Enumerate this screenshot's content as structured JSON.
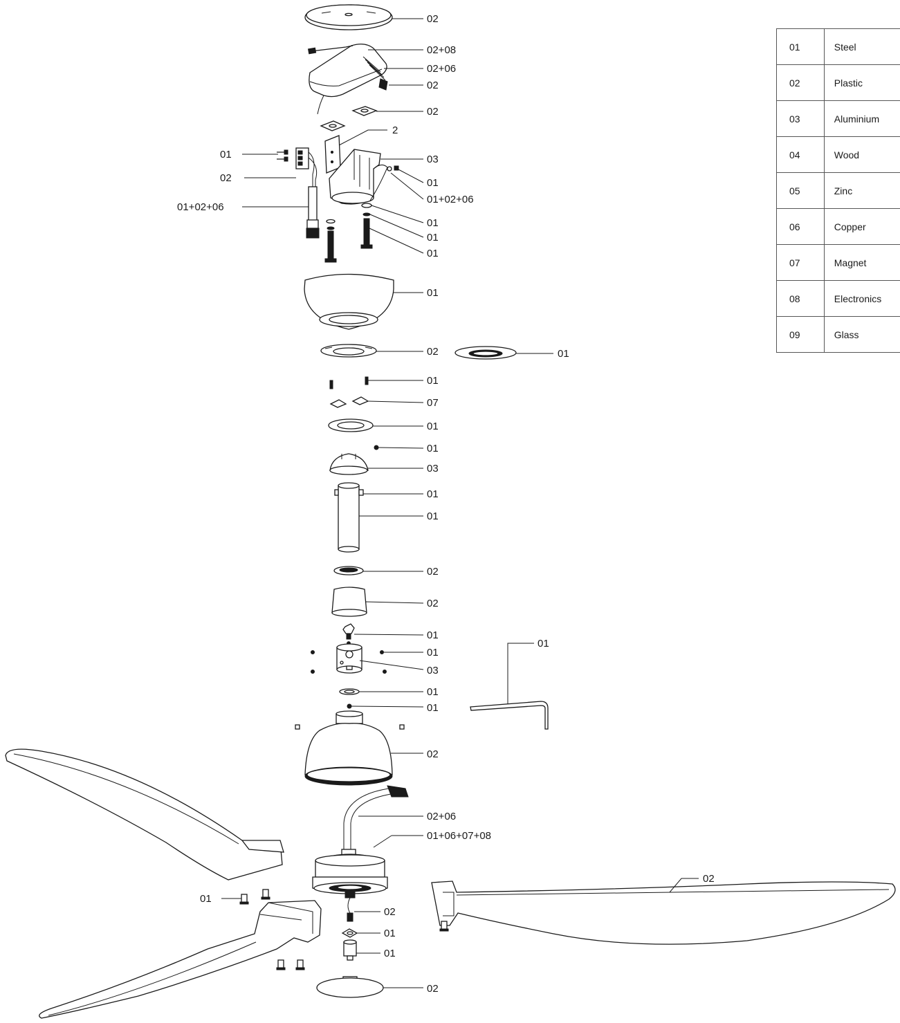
{
  "labels": [
    {
      "id": "top-canopy",
      "text": "02"
    },
    {
      "id": "receiver-housing",
      "text": "02+08"
    },
    {
      "id": "receiver-wires",
      "text": "02+06"
    },
    {
      "id": "receiver-connector",
      "text": "02"
    },
    {
      "id": "pad-upper",
      "text": "02"
    },
    {
      "id": "bracket-clip",
      "text": "2"
    },
    {
      "id": "hanger-bracket",
      "text": "03"
    },
    {
      "id": "terminal-screws",
      "text": "01"
    },
    {
      "id": "terminal-block",
      "text": "02"
    },
    {
      "id": "ground-screw",
      "text": "01"
    },
    {
      "id": "ground-wire",
      "text": "01+02+06"
    },
    {
      "id": "lead-wire",
      "text": "01+02+06"
    },
    {
      "id": "lock-washer",
      "text": "01"
    },
    {
      "id": "spring-washer",
      "text": "01"
    },
    {
      "id": "mount-bolt",
      "text": "01"
    },
    {
      "id": "canopy-dome",
      "text": "01"
    },
    {
      "id": "canopy-ring",
      "text": "02"
    },
    {
      "id": "decor-ring",
      "text": "01"
    },
    {
      "id": "ring-screw",
      "text": "01"
    },
    {
      "id": "magnets",
      "text": "07"
    },
    {
      "id": "flat-ring",
      "text": "01"
    },
    {
      "id": "set-screw",
      "text": "01"
    },
    {
      "id": "downrod-ball",
      "text": "03"
    },
    {
      "id": "pin-bolt",
      "text": "01"
    },
    {
      "id": "downrod",
      "text": "01"
    },
    {
      "id": "rubber-ring",
      "text": "02"
    },
    {
      "id": "coupling-cover",
      "text": "02"
    },
    {
      "id": "hex-bolt",
      "text": "01"
    },
    {
      "id": "coupler-screws",
      "text": "01"
    },
    {
      "id": "coupler",
      "text": "03"
    },
    {
      "id": "coupler-washer",
      "text": "01"
    },
    {
      "id": "coupler-ball",
      "text": "01"
    },
    {
      "id": "allen-key",
      "text": "01"
    },
    {
      "id": "motor-cover",
      "text": "02"
    },
    {
      "id": "motor-cable",
      "text": "02+06"
    },
    {
      "id": "motor",
      "text": "01+06+07+08"
    },
    {
      "id": "right-blade",
      "text": "02"
    },
    {
      "id": "blade-screws",
      "text": "01"
    },
    {
      "id": "bottom-wire",
      "text": "02"
    },
    {
      "id": "bottom-nut",
      "text": "01"
    },
    {
      "id": "bottom-sleeve",
      "text": "01"
    },
    {
      "id": "bottom-cap",
      "text": "02"
    }
  ],
  "legend": [
    {
      "code": "01",
      "material": "Steel"
    },
    {
      "code": "02",
      "material": "Plastic"
    },
    {
      "code": "03",
      "material": "Aluminium"
    },
    {
      "code": "04",
      "material": "Wood"
    },
    {
      "code": "05",
      "material": "Zinc"
    },
    {
      "code": "06",
      "material": "Copper"
    },
    {
      "code": "07",
      "material": "Magnet"
    },
    {
      "code": "08",
      "material": "Electronics"
    },
    {
      "code": "09",
      "material": "Glass"
    }
  ]
}
